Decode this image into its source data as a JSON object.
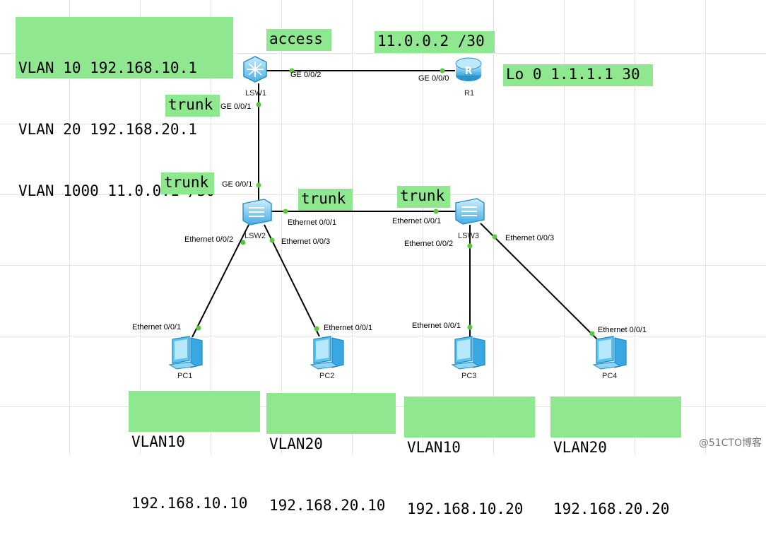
{
  "notes": {
    "lsw1_vlans": [
      "VLAN 10 192.168.10.1",
      "VLAN 20 192.168.20.1",
      "VLAN 1000 11.0.0.1 /30"
    ],
    "access": "access",
    "r1_link": "11.0.0.2 /30",
    "loopback": "Lo 0 1.1.1.1 30",
    "trunk_lsw1": "trunk",
    "trunk_lsw2_up": "trunk",
    "trunk_lsw2_right": "trunk",
    "trunk_lsw3_left": "trunk",
    "pc1": [
      "VLAN10",
      "192.168.10.10"
    ],
    "pc2": [
      "VLAN20",
      "192.168.20.10"
    ],
    "pc3": [
      "VLAN10",
      "192.168.10.20"
    ],
    "pc4": [
      "VLAN20",
      "192.168.20.20"
    ]
  },
  "devices": {
    "lsw1": "LSW1",
    "r1": "R1",
    "lsw2": "LSW2",
    "lsw3": "LSW3",
    "pc1": "PC1",
    "pc2": "PC2",
    "pc3": "PC3",
    "pc4": "PC4"
  },
  "ports": {
    "lsw1_ge002": "GE 0/0/2",
    "r1_ge000": "GE 0/0/0",
    "lsw1_ge001": "GE 0/0/1",
    "lsw2_ge001": "GE 0/0/1",
    "lsw2_eth001": "Ethernet 0/0/1",
    "lsw3_eth001": "Ethernet 0/0/1",
    "lsw2_eth002": "Ethernet 0/0/2",
    "lsw2_eth003": "Ethernet 0/0/3",
    "lsw3_eth002": "Ethernet 0/0/2",
    "lsw3_eth003": "Ethernet 0/0/3",
    "pc1_eth001": "Ethernet 0/0/1",
    "pc2_eth001": "Ethernet 0/0/1",
    "pc3_eth001": "Ethernet 0/0/1",
    "pc4_eth001": "Ethernet 0/0/1"
  },
  "watermark": "@51CTO博客",
  "colors": {
    "note_bg": "#8fe88f",
    "port_dot": "#5ac83a",
    "device_blue": "#3aa8e0",
    "link": "#000000"
  },
  "icons": {
    "switch": "l3-switch-icon",
    "router": "router-icon",
    "pc": "pc-icon"
  }
}
